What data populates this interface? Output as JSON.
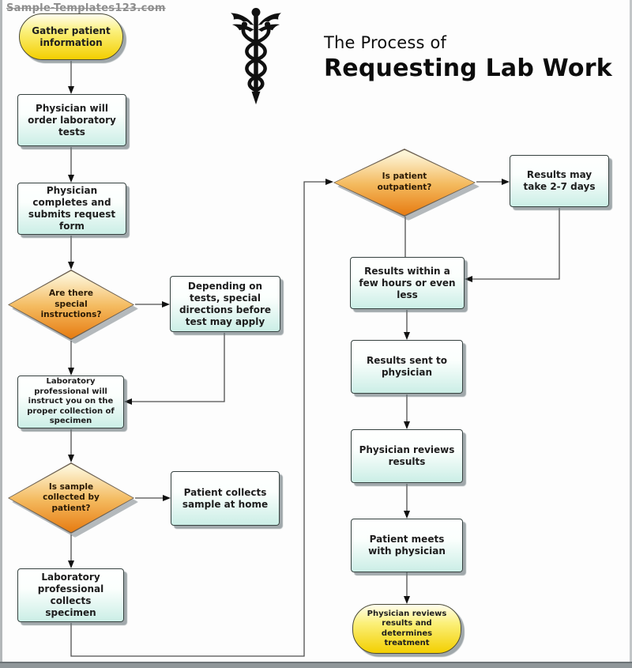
{
  "watermark": "Sample-Templates123.com",
  "title": {
    "line1": "The Process of",
    "line2": "Requesting Lab Work"
  },
  "colors": {
    "process_fill": "#cbeee6",
    "decision_top": "#fdf4d6",
    "decision_bottom": "#e77c12",
    "terminator_yellow": "#f3cf00",
    "connector_line": "#4f4f4f",
    "arrowhead": "#111111"
  },
  "nodes": {
    "gather": {
      "type": "terminator",
      "label": "Gather patient information"
    },
    "order": {
      "type": "process",
      "label": "Physician will order laboratory tests"
    },
    "request": {
      "type": "process",
      "label": "Physician completes and submits request form"
    },
    "special": {
      "type": "decision",
      "label": "Are there special instructions?"
    },
    "depending": {
      "type": "process",
      "label": "Depending on tests, special directions before test may apply"
    },
    "instruct": {
      "type": "process",
      "label": "Laboratory professional will instruct you on the proper collection of specimen"
    },
    "sample": {
      "type": "decision",
      "label": "Is sample collected by patient?"
    },
    "home": {
      "type": "process",
      "label": "Patient collects sample at home"
    },
    "collects": {
      "type": "process",
      "label": "Laboratory professional collects specimen"
    },
    "outpatient": {
      "type": "decision",
      "label": "Is patient outpatient?"
    },
    "days": {
      "type": "process",
      "label": "Results may take 2-7 days"
    },
    "hours": {
      "type": "process",
      "label": "Results within a few hours or even less"
    },
    "sent": {
      "type": "process",
      "label": "Results sent to physician"
    },
    "reviews": {
      "type": "process",
      "label": "Physician reviews results"
    },
    "meets": {
      "type": "process",
      "label": "Patient meets with physician"
    },
    "treatment": {
      "type": "terminator",
      "label": "Physician reviews results and determines treatment"
    }
  },
  "edges": [
    {
      "from": "gather",
      "to": "order"
    },
    {
      "from": "order",
      "to": "request"
    },
    {
      "from": "request",
      "to": "special"
    },
    {
      "from": "special",
      "to": "depending"
    },
    {
      "from": "special",
      "to": "instruct"
    },
    {
      "from": "depending",
      "to": "instruct"
    },
    {
      "from": "instruct",
      "to": "sample"
    },
    {
      "from": "sample",
      "to": "home"
    },
    {
      "from": "sample",
      "to": "collects"
    },
    {
      "from": "home",
      "to": "collects"
    },
    {
      "from": "collects",
      "to": "outpatient"
    },
    {
      "from": "outpatient",
      "to": "days"
    },
    {
      "from": "outpatient",
      "to": "hours"
    },
    {
      "from": "days",
      "to": "hours"
    },
    {
      "from": "hours",
      "to": "sent"
    },
    {
      "from": "sent",
      "to": "reviews"
    },
    {
      "from": "reviews",
      "to": "meets"
    },
    {
      "from": "meets",
      "to": "treatment"
    }
  ]
}
